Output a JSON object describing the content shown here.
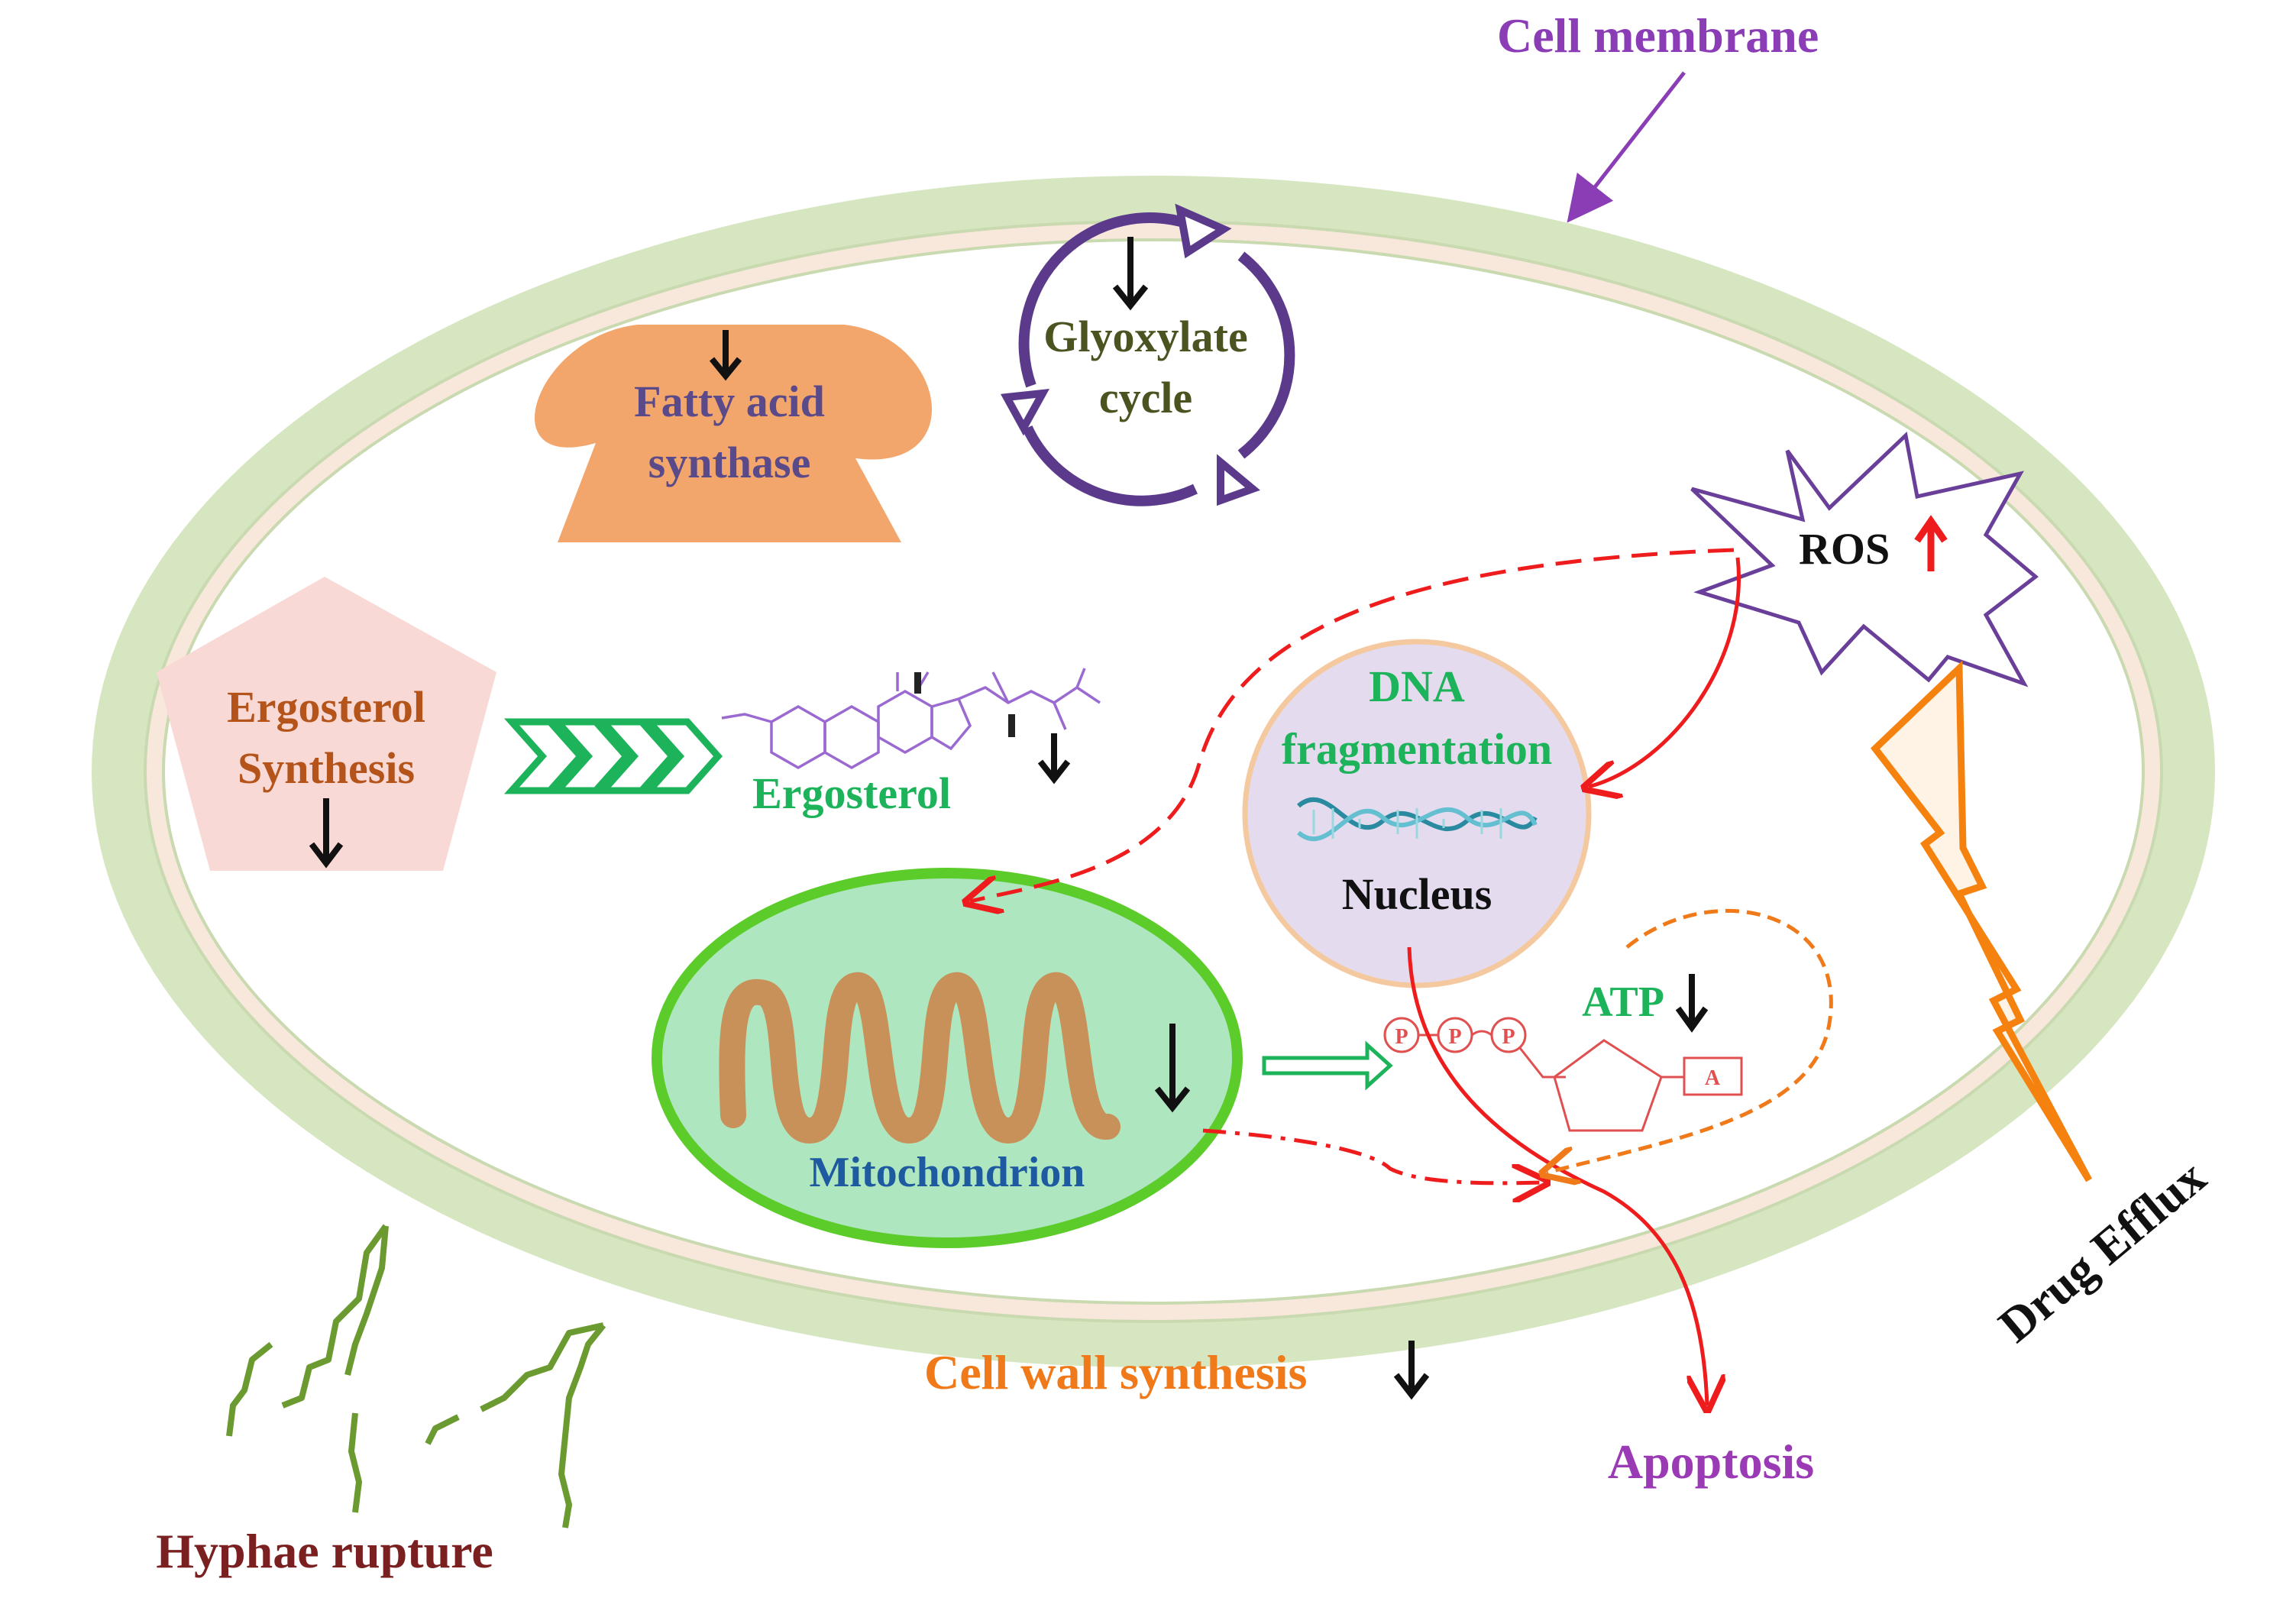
{
  "labels": {
    "cell_membrane": "Cell membrane",
    "fatty_acid_line1": "Fatty acid",
    "fatty_acid_line2": "synthase",
    "glyoxylate_line1": "Glyoxylate",
    "glyoxylate_line2": "cycle",
    "ros": "ROS",
    "ergosterol_synthesis_line1": "Ergosterol",
    "ergosterol_synthesis_line2": "Synthesis",
    "ergosterol": "Ergosterol",
    "dna_line1": "DNA",
    "dna_line2": "fragmentation",
    "nucleus": "Nucleus",
    "atp": "ATP",
    "phosphate": "P",
    "adenine": "A",
    "mitochondrion": "Mitochondrion",
    "drug_efflux": "Drug Efflux",
    "cell_wall_synthesis": "Cell wall synthesis",
    "apoptosis": "Apoptosis",
    "hyphae_rupture": "Hyphae rupture"
  },
  "colors": {
    "cell_wall": "#d6e6c0",
    "membrane": "#f8e8dc",
    "membrane_label": "#8a3db5",
    "fatty_acid_shape": "#f2a66c",
    "fatty_acid_text": "#5a4a8a",
    "glyoxylate_ring": "#5b3a8c",
    "glyoxylate_text": "#4b5320",
    "ergosterol_synthesis_shape": "#f8d9d6",
    "ergosterol_synthesis_text": "#b5541a",
    "ergosterol_text": "#1db35a",
    "dna_text": "#1db35a",
    "nucleus_fill": "#e4dcee",
    "nucleus_stroke": "#f5c9a0",
    "mito_fill": "#aee6c0",
    "mito_stroke": "#5ccc2a",
    "mito_cristae": "#c8915a",
    "mito_text": "#1d5aa0",
    "red_arrow": "#ee1c1c",
    "orange_dash": "#f07a1a",
    "drug_efflux_bolt": "#f5820f",
    "cell_wall_text": "#f07a1a",
    "apoptosis_text": "#9b3ab5",
    "hyphae_text": "#7a2020",
    "hyphae_line": "#6a9a30"
  },
  "icons": [
    "down-arrow-icon",
    "up-arrow-icon",
    "chevron-arrows-icon",
    "double-arrow-icon",
    "dna-helix-icon",
    "molecule-structure-icon",
    "lightning-bolt-icon",
    "starburst-icon"
  ]
}
